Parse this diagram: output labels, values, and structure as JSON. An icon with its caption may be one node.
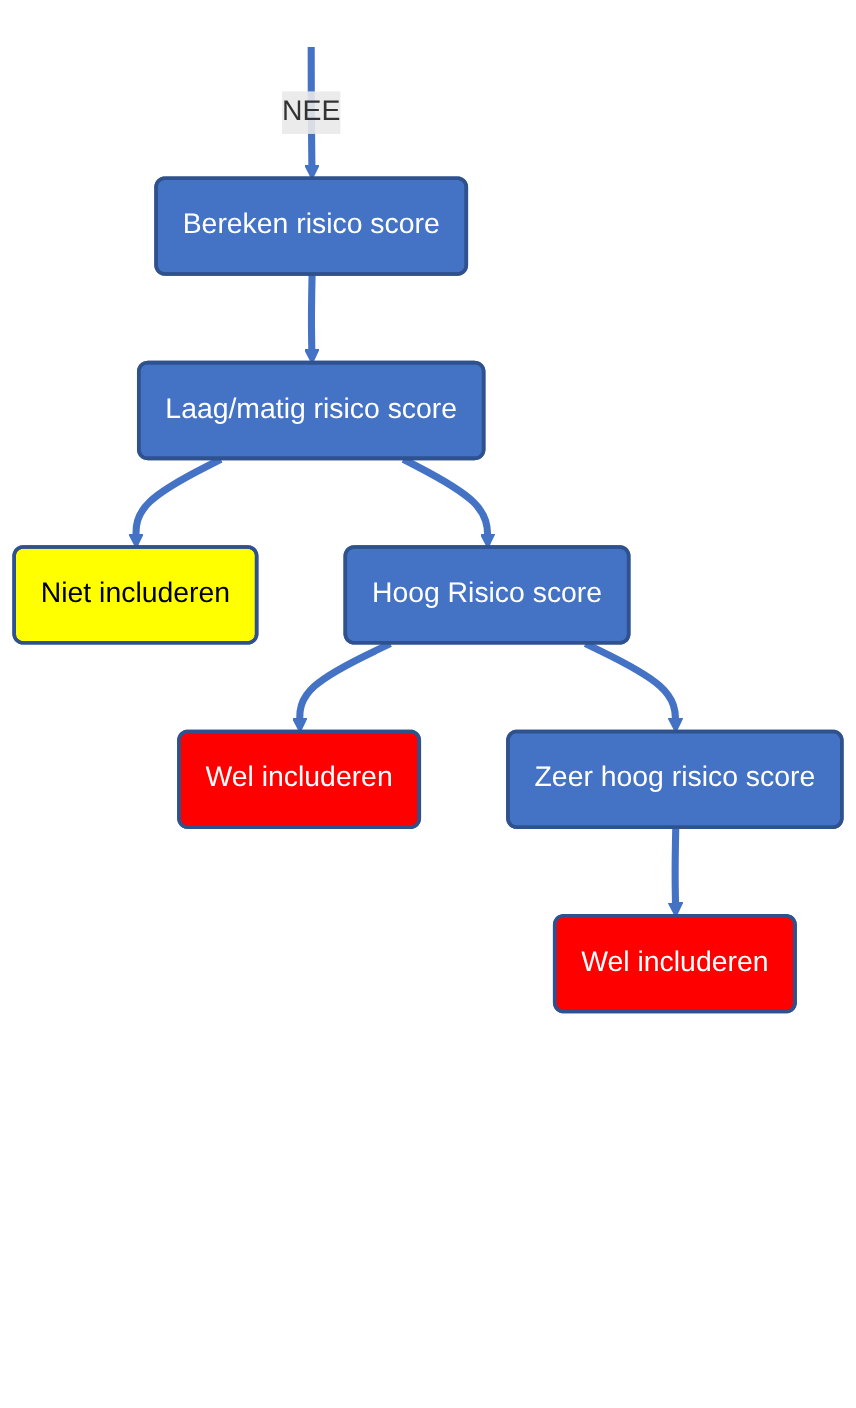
{
  "diagram": {
    "nodes": [
      {
        "text": [
          "Bereken risico score"
        ]
      },
      {
        "text": [
          "Laag/matig risico score"
        ]
      },
      {
        "text": [
          "Niet includeren"
        ]
      },
      {
        "text": [
          "Hoog Risico score"
        ]
      },
      {
        "text": [
          "Wel includeren"
        ]
      },
      {
        "text": [
          "Zeer hoog risico score"
        ]
      },
      {
        "text": [
          "Wel includeren"
        ]
      }
    ],
    "edges": [
      {
        "from": null,
        "to": 0,
        "arrow": "to",
        "label": "NEE"
      },
      {
        "from": 0,
        "to": 1,
        "arrow": "to"
      },
      {
        "from": 1,
        "to": 2,
        "arrow": "to"
      },
      {
        "from": 1,
        "to": 3,
        "arrow": "to"
      },
      {
        "from": 3,
        "to": 4,
        "arrow": "to"
      },
      {
        "from": 3,
        "to": 5,
        "arrow": "to"
      },
      {
        "from": 5,
        "to": 6,
        "arrow": "to"
      }
    ]
  }
}
